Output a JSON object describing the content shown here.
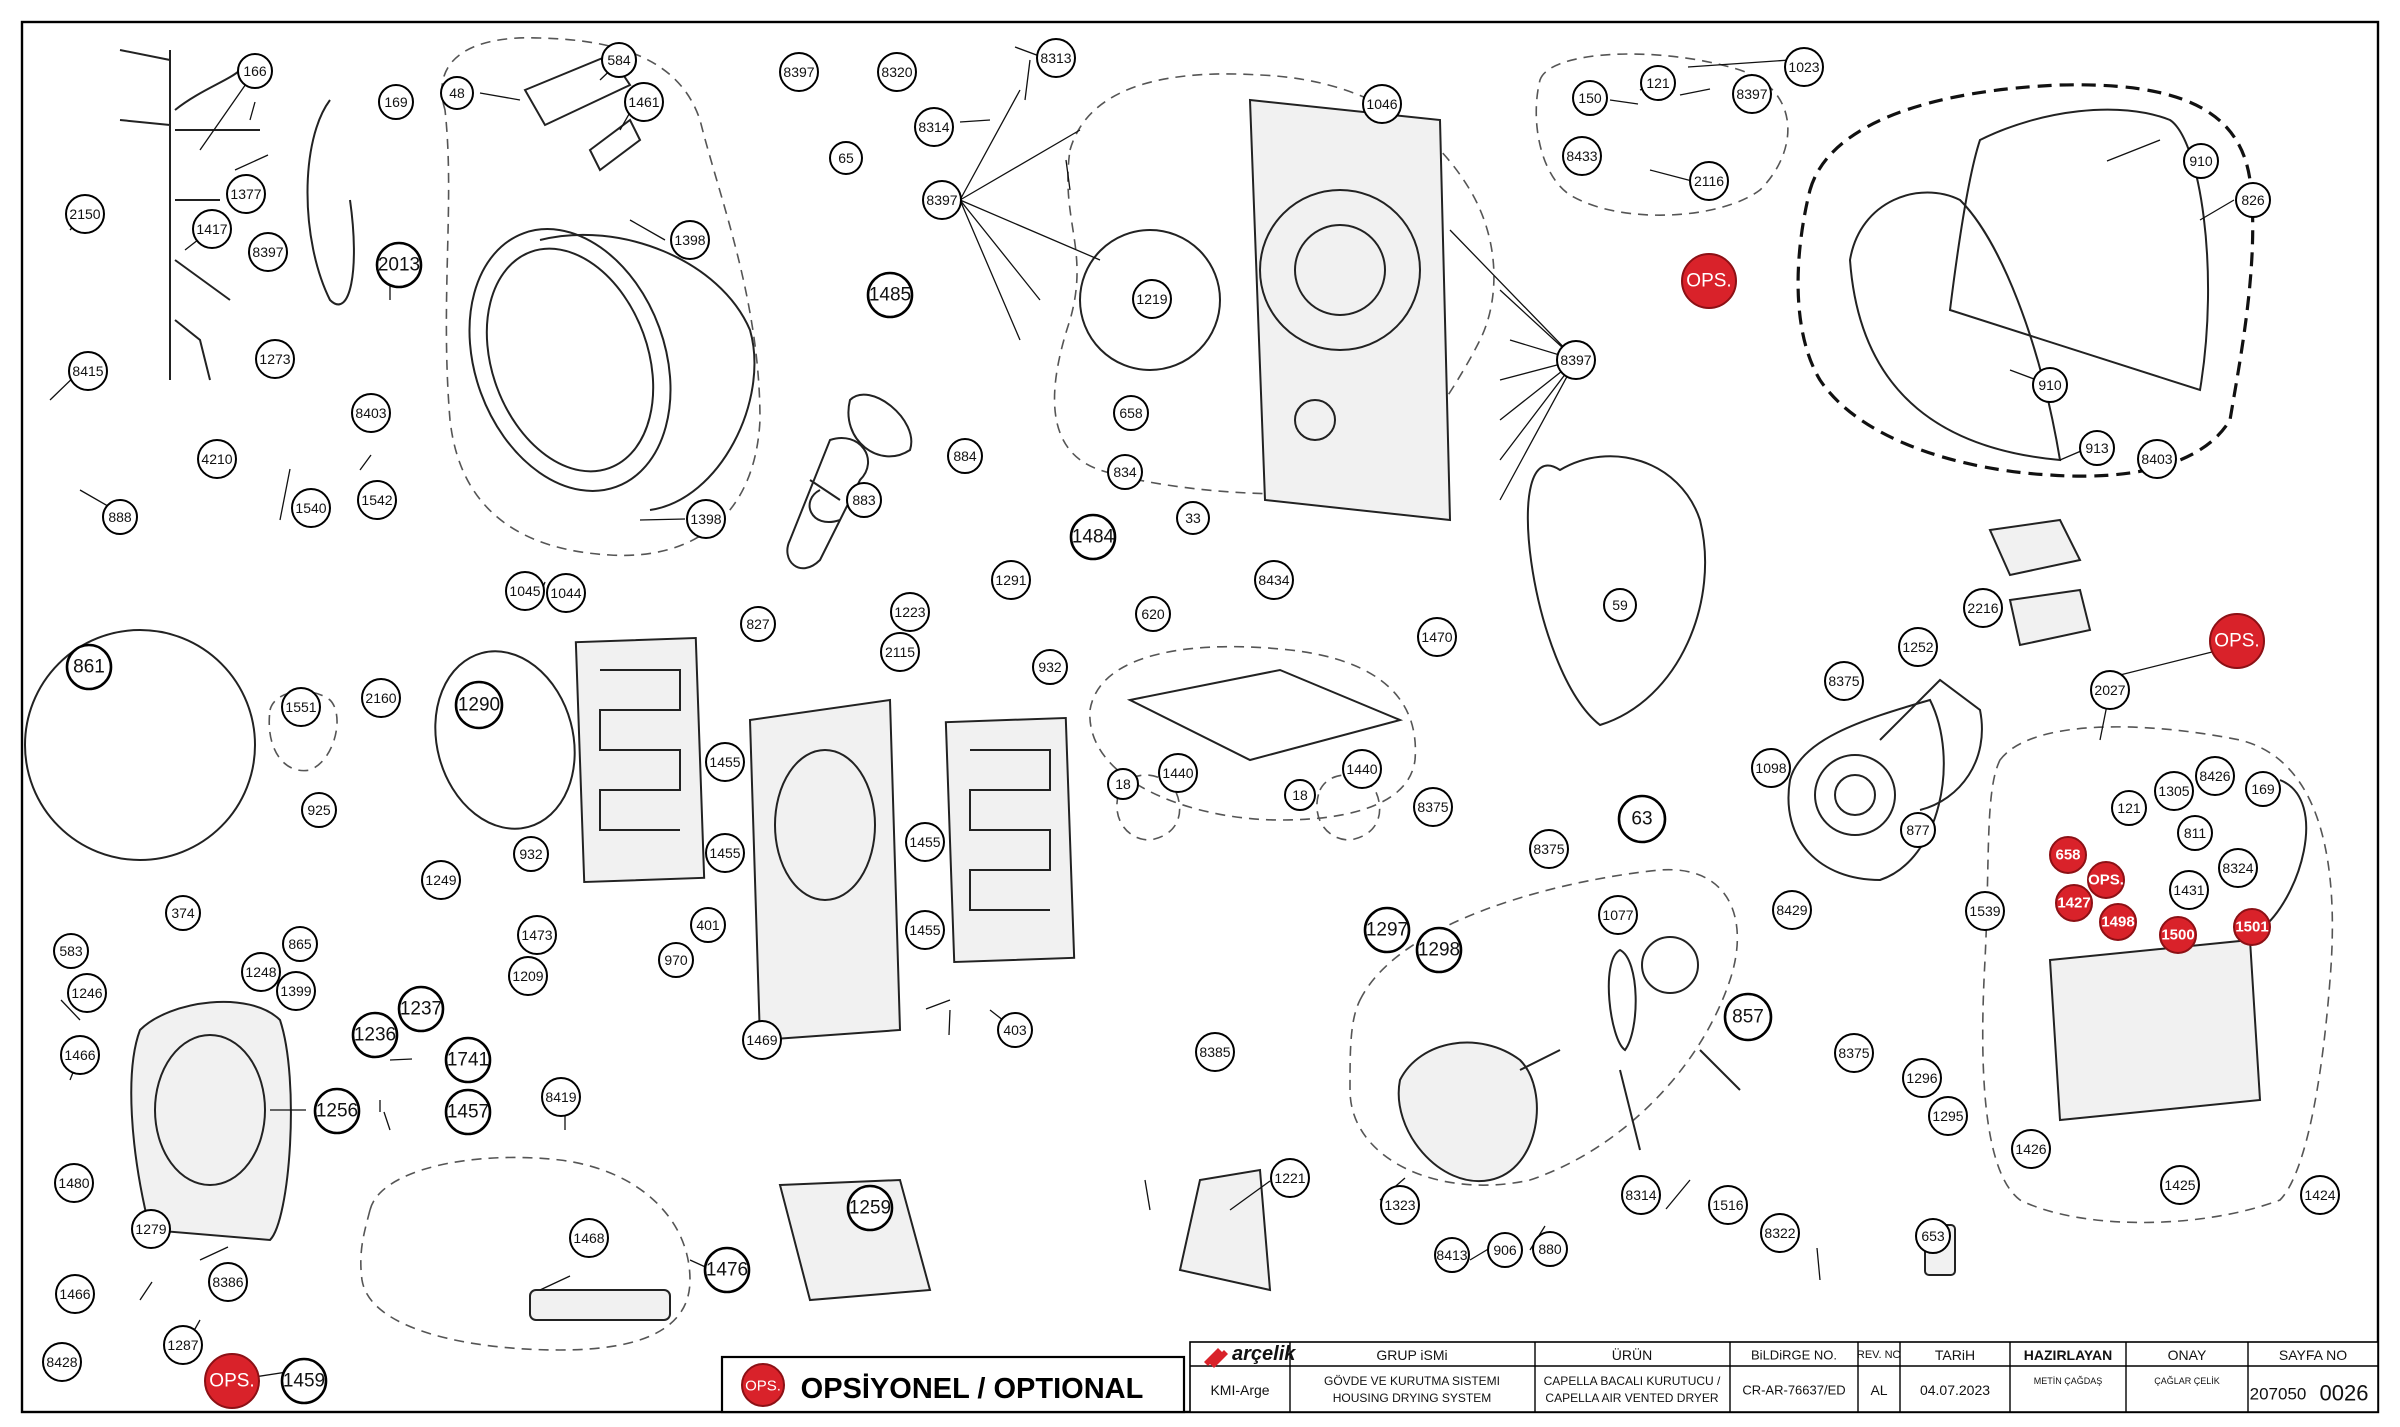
{
  "callouts": [
    {
      "label": "166"
    },
    {
      "label": "169"
    },
    {
      "label": "1377"
    },
    {
      "label": "2150"
    },
    {
      "label": "1417"
    },
    {
      "label": "8397"
    },
    {
      "label": "2013"
    },
    {
      "label": "1273"
    },
    {
      "label": "8415"
    },
    {
      "label": "8403"
    },
    {
      "label": "4210"
    },
    {
      "label": "888"
    },
    {
      "label": "1540"
    },
    {
      "label": "1542"
    },
    {
      "label": "48"
    },
    {
      "label": "584"
    },
    {
      "label": "1461"
    },
    {
      "label": "1398"
    },
    {
      "label": "1398"
    },
    {
      "label": "1045"
    },
    {
      "label": "1044"
    },
    {
      "label": "861"
    },
    {
      "label": "1551"
    },
    {
      "label": "2160"
    },
    {
      "label": "1290"
    },
    {
      "label": "925"
    },
    {
      "label": "1249"
    },
    {
      "label": "583"
    },
    {
      "label": "374"
    },
    {
      "label": "865"
    },
    {
      "label": "1248"
    },
    {
      "label": "1399"
    },
    {
      "label": "1236"
    },
    {
      "label": "1237"
    },
    {
      "label": "1246"
    },
    {
      "label": "1466"
    },
    {
      "label": "1256"
    },
    {
      "label": "1741"
    },
    {
      "label": "1457"
    },
    {
      "label": "1480"
    },
    {
      "label": "1279"
    },
    {
      "label": "1466"
    },
    {
      "label": "8386"
    },
    {
      "label": "8428"
    },
    {
      "label": "1287"
    },
    {
      "label": "1459"
    },
    {
      "label": "8419"
    },
    {
      "label": "1468"
    },
    {
      "label": "1476"
    },
    {
      "label": "8397"
    },
    {
      "label": "8320"
    },
    {
      "label": "8313"
    },
    {
      "label": "65"
    },
    {
      "label": "8314"
    },
    {
      "label": "8397"
    },
    {
      "label": "1485"
    },
    {
      "label": "884"
    },
    {
      "label": "883"
    },
    {
      "label": "1291"
    },
    {
      "label": "1223"
    },
    {
      "label": "827"
    },
    {
      "label": "2115"
    },
    {
      "label": "932"
    },
    {
      "label": "1455"
    },
    {
      "label": "1455"
    },
    {
      "label": "1455"
    },
    {
      "label": "1455"
    },
    {
      "label": "932"
    },
    {
      "label": "401"
    },
    {
      "label": "1473"
    },
    {
      "label": "1209"
    },
    {
      "label": "970"
    },
    {
      "label": "1469"
    },
    {
      "label": "403"
    },
    {
      "label": "1259"
    },
    {
      "label": "1046"
    },
    {
      "label": "1219"
    },
    {
      "label": "658"
    },
    {
      "label": "834"
    },
    {
      "label": "1484"
    },
    {
      "label": "33"
    },
    {
      "label": "8434"
    },
    {
      "label": "620"
    },
    {
      "label": "18"
    },
    {
      "label": "1440"
    },
    {
      "label": "18"
    },
    {
      "label": "1440"
    },
    {
      "label": "8397"
    },
    {
      "label": "1470"
    },
    {
      "label": "59"
    },
    {
      "label": "8375"
    },
    {
      "label": "1297"
    },
    {
      "label": "1298"
    },
    {
      "label": "8375"
    },
    {
      "label": "63"
    },
    {
      "label": "1077"
    },
    {
      "label": "857"
    },
    {
      "label": "8385"
    },
    {
      "label": "1221"
    },
    {
      "label": "1323"
    },
    {
      "label": "8413"
    },
    {
      "label": "906"
    },
    {
      "label": "880"
    },
    {
      "label": "8314"
    },
    {
      "label": "1516"
    },
    {
      "label": "8322"
    },
    {
      "label": "653"
    },
    {
      "label": "1023"
    },
    {
      "label": "150"
    },
    {
      "label": "121"
    },
    {
      "label": "8397"
    },
    {
      "label": "8433"
    },
    {
      "label": "2116"
    },
    {
      "label": "910"
    },
    {
      "label": "826"
    },
    {
      "label": "910"
    },
    {
      "label": "913"
    },
    {
      "label": "8403"
    },
    {
      "label": "2216"
    },
    {
      "label": "2027"
    },
    {
      "label": "8375"
    },
    {
      "label": "1252"
    },
    {
      "label": "1098"
    },
    {
      "label": "877"
    },
    {
      "label": "8429"
    },
    {
      "label": "1539"
    },
    {
      "label": "8375"
    },
    {
      "label": "1296"
    },
    {
      "label": "1295"
    },
    {
      "label": "121"
    },
    {
      "label": "1305"
    },
    {
      "label": "8426"
    },
    {
      "label": "169"
    },
    {
      "label": "811"
    },
    {
      "label": "8324"
    },
    {
      "label": "1431"
    },
    {
      "label": "1426"
    },
    {
      "label": "1425"
    },
    {
      "label": "1424"
    }
  ],
  "ops_callouts": [
    {
      "label": "OPS."
    },
    {
      "label": "OPS."
    },
    {
      "label": "OPS."
    },
    {
      "label": "658"
    },
    {
      "label": "OPS."
    },
    {
      "label": "1427"
    },
    {
      "label": "1498"
    },
    {
      "label": "1500"
    },
    {
      "label": "1501"
    }
  ],
  "legend": {
    "badge": "OPS.",
    "text": "OPSİYONEL / OPTIONAL"
  },
  "title_block": {
    "brand": "arçelik",
    "headers": {
      "group": "GRUP iSMi",
      "product": "ÜRÜN",
      "doc": "BiLDiRGE NO.",
      "rev": "REV. NO",
      "date": "TARiH",
      "prepared": "HAZIRLAYAN",
      "approval": "ONAY",
      "page": "SAYFA NO"
    },
    "department": "KMI-Arge",
    "group_line1": "GÖVDE VE KURUTMA SISTEMI",
    "group_line2": "HOUSING DRYING SYSTEM",
    "product_line1": "CAPELLA BACALI KURUTUCU /",
    "product_line2": "CAPELLA AIR VENTED DRYER",
    "doc_no": "CR-AR-76637/ED",
    "rev_no": "AL",
    "date_value": "04.07.2023",
    "prepared_by": "METİN ÇAĞDAŞ",
    "approved_by": "ÇAĞLAR ÇELİK",
    "page_code": "207050",
    "page_no": "0026"
  }
}
